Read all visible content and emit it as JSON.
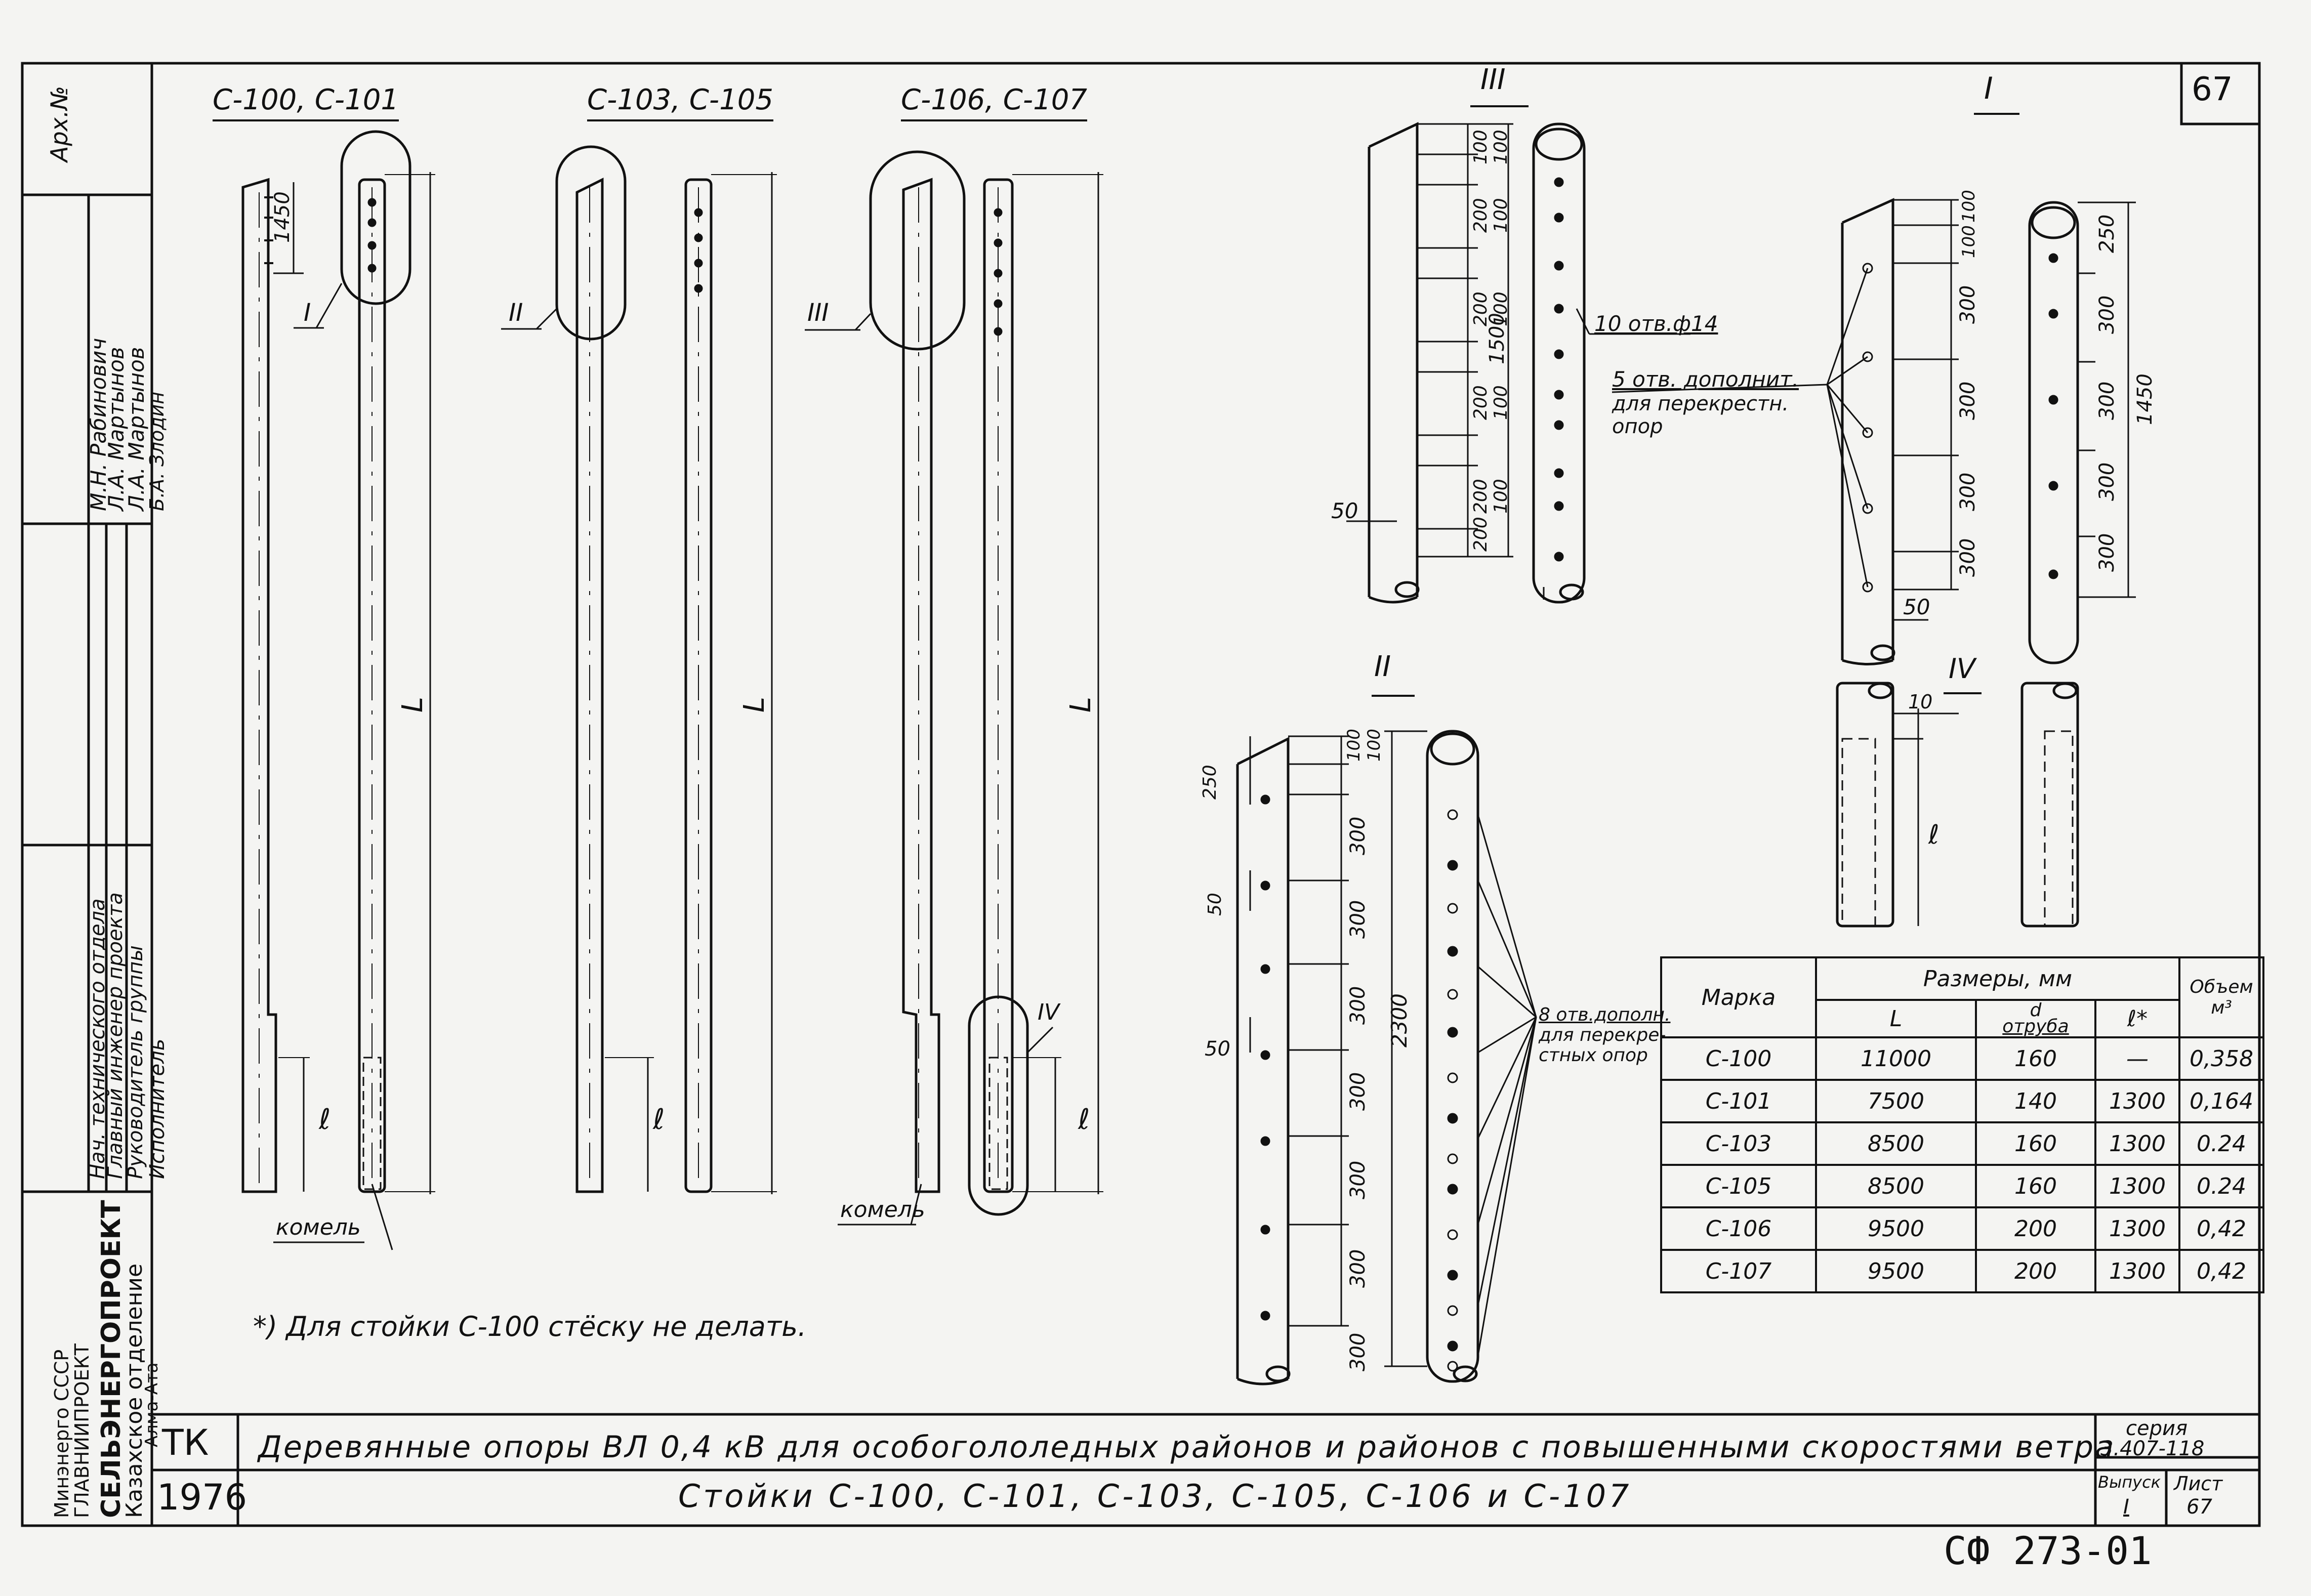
{
  "sheet": {
    "number": "67",
    "archive_label": "Арх.№",
    "signature_roles": [
      "Нач. технического отдела",
      "Главный инженер проекта",
      "Руководитель группы",
      "Исполнитель"
    ],
    "signature_names": [
      "М.Н. Рабинович",
      "Л.А. Мартынов",
      "Л.А. Мартынов",
      "Б.А. Злодин"
    ],
    "org": {
      "line1": "Минэнерго СССР",
      "line2": "ГЛАВНИИПРОЕКТ",
      "line3": "СЕЛЬЭНЕРГОПРОЕКТ",
      "line4": "Казахское отделение",
      "line5": "Алма-Ата"
    }
  },
  "poles": {
    "group1": "С-100, С-101",
    "group2": "С-103, С-105",
    "group3": "С-106, С-107",
    "komel1": "комель",
    "komel2": "комель",
    "dim_1450": "1450",
    "L": "L",
    "l": "ℓ",
    "callout_I": "I",
    "callout_II": "II",
    "callout_III": "III",
    "callout_IV": "IV"
  },
  "detail_III": {
    "title": "III",
    "dims": [
      "100",
      "100",
      "200",
      "100",
      "200",
      "100",
      "200",
      "100",
      "200",
      "100",
      "200"
    ],
    "total": "1500",
    "left": "50",
    "holes": "10 отв.ф14"
  },
  "detail_I": {
    "title": "I",
    "dims": [
      "100",
      "100",
      "300",
      "300",
      "300",
      "300"
    ],
    "right_dims": [
      "250",
      "300",
      "300",
      "300",
      "300"
    ],
    "total": "1450",
    "bottom": "50",
    "note_line1": "5 отв. дополнит.",
    "note_line2": "для перекрестн.",
    "note_line3": "опор"
  },
  "detail_IV": {
    "title": "IV",
    "dim": "10",
    "l": "ℓ"
  },
  "detail_II": {
    "title": "II",
    "dims": [
      "100",
      "100",
      "300",
      "300",
      "300",
      "300",
      "300",
      "300",
      "300"
    ],
    "left_dims": [
      "250",
      "50",
      "50"
    ],
    "total": "2300",
    "note_line1": "8 отв.дополн.",
    "note_line2": "для перекре-",
    "note_line3": "стных опор"
  },
  "table": {
    "h_mark": "Марка",
    "h_sizes": "Размеры, мм",
    "h_volume": "Объем",
    "h_volume_unit": "м³",
    "h_L": "L",
    "h_d": "d",
    "h_d_sub": "отруба",
    "h_l": "ℓ*",
    "rows": [
      {
        "mark": "С-100",
        "L": "11000",
        "d": "160",
        "l": "—",
        "v": "0,358"
      },
      {
        "mark": "С-101",
        "L": "7500",
        "d": "140",
        "l": "1300",
        "v": "0,164"
      },
      {
        "mark": "С-103",
        "L": "8500",
        "d": "160",
        "l": "1300",
        "v": "0.24"
      },
      {
        "mark": "С-105",
        "L": "8500",
        "d": "160",
        "l": "1300",
        "v": "0.24"
      },
      {
        "mark": "С-106",
        "L": "9500",
        "d": "200",
        "l": "1300",
        "v": "0,42"
      },
      {
        "mark": "С-107",
        "L": "9500",
        "d": "200",
        "l": "1300",
        "v": "0,42"
      }
    ]
  },
  "footnote": "*) Для стойки С-100 стёску не делать.",
  "titleblock": {
    "tk": "ТК",
    "year": "1976",
    "title": "Деревянные опоры ВЛ 0,4 кВ для особогололедных районов и районов с повышенными скоростями ветра",
    "subtitle": "Стойки С-100, С-101, С-103, С-105, С-106 и С-107",
    "series_label": "серия",
    "series_value": "3.407-118",
    "issue_label": "Выпуск",
    "issue_value": "I",
    "sheet_label": "Лист",
    "sheet_value": "67"
  },
  "stamp": "СФ 273-01"
}
